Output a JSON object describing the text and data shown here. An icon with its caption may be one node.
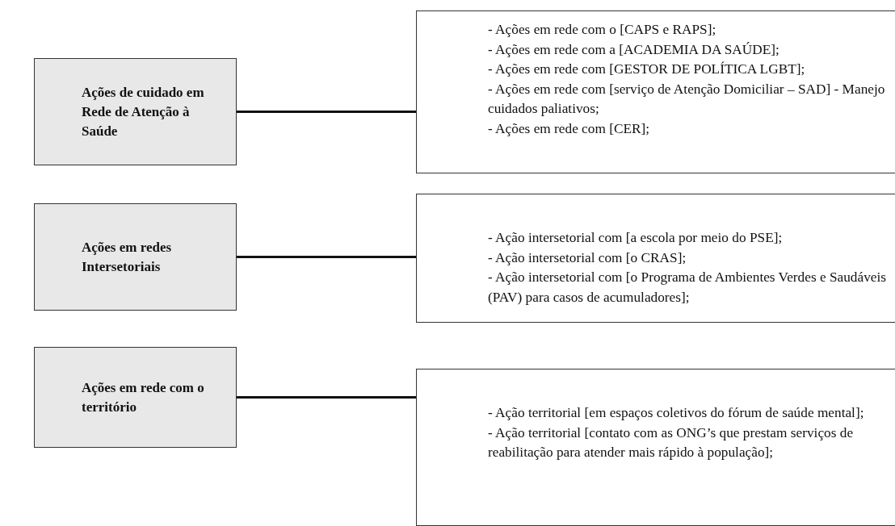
{
  "diagram": {
    "nodes": [
      {
        "text": [
          "Ações de cuidado em Rede de Atenção à Saúde"
        ]
      },
      {
        "text": [
          "- Ações em rede com o [CAPS e RAPS];",
          "- Ações em rede com a [ACADEMIA DA SAÚDE];",
          "- Ações em rede com [GESTOR DE POLÍTICA LGBT];",
          "- Ações em rede com [serviço de Atenção Domiciliar – SAD] - Manejo cuidados paliativos;",
          "- Ações em rede com [CER];"
        ]
      },
      {
        "text": [
          "Ações em redes Intersetoriais"
        ]
      },
      {
        "text": [
          "- Ação intersetorial com [a escola por meio do PSE];",
          "- Ação intersetorial com [o CRAS];",
          "- Ação intersetorial com [o Programa de Ambientes Verdes e Saudáveis (PAV) para casos de acumuladores];"
        ]
      },
      {
        "text": [
          "Ações em rede com o território"
        ]
      },
      {
        "text": [
          "- Ação territorial [em espaços coletivos do fórum de saúde mental];",
          "- Ação territorial [contato com as ONG’s que prestam serviços de reabilitação para atender mais rápido à população];"
        ]
      }
    ],
    "edges": [
      {
        "from": 0,
        "to": 1,
        "arrow": "none"
      },
      {
        "from": 2,
        "to": 3,
        "arrow": "none"
      },
      {
        "from": 4,
        "to": 5,
        "arrow": "none"
      }
    ]
  }
}
